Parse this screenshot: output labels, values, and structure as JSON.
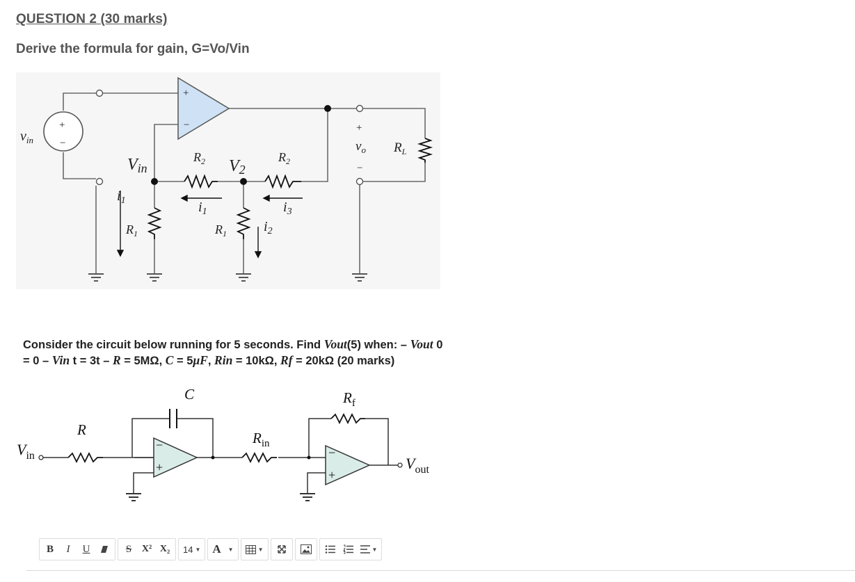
{
  "question": {
    "title": "QUESTION 2 (30 marks)",
    "subtitle": "Derive the formula for gain, G=Vo/Vin"
  },
  "circuit1": {
    "source_label": "v",
    "source_sub": "in",
    "plus": "+",
    "minus": "−",
    "vin_node": "V",
    "vin_node_sub": "in",
    "v2_node": "V",
    "v2_sub": "2",
    "r1": "R",
    "r1_sub": "1",
    "r2": "R",
    "r2_sub": "2",
    "i1": "i",
    "i1_sub": "1",
    "i2": "i",
    "i2_sub": "2",
    "i3": "i",
    "i3_sub": "3",
    "vo": "v",
    "vo_sub": "o",
    "rl": "R",
    "rl_sub": "L"
  },
  "problem": {
    "line1_a": "Consider the circuit below running for 5 seconds. Find ",
    "line1_b": "Vout",
    "line1_c": "(5) when: – ",
    "line1_d": "Vout",
    "line1_e": " 0",
    "line2_a": "= 0 – ",
    "line2_b": "Vin",
    "line2_c": " t = 3t – ",
    "line2_d": "R",
    "line2_e": " = 5MΩ, ",
    "line2_f": "C",
    "line2_g": " = 5",
    "line2_h": "μF",
    "line2_i": ", ",
    "line2_j": "Rin",
    "line2_k": " = 10kΩ, ",
    "line2_l": "Rf",
    "line2_m": " = 20kΩ (20 marks)"
  },
  "circuit2": {
    "vin": "V",
    "vin_sub": "in",
    "r": "R",
    "c": "C",
    "rin": "R",
    "rin_sub": "in",
    "rf": "R",
    "rf_sub": "f",
    "vout": "V",
    "vout_sub": "out"
  },
  "toolbar": {
    "bold": "B",
    "italic": "I",
    "underline": "U",
    "strike": "S",
    "superscript": "X²",
    "subscript": "X₂",
    "font_size": "14",
    "text_color": "A"
  }
}
